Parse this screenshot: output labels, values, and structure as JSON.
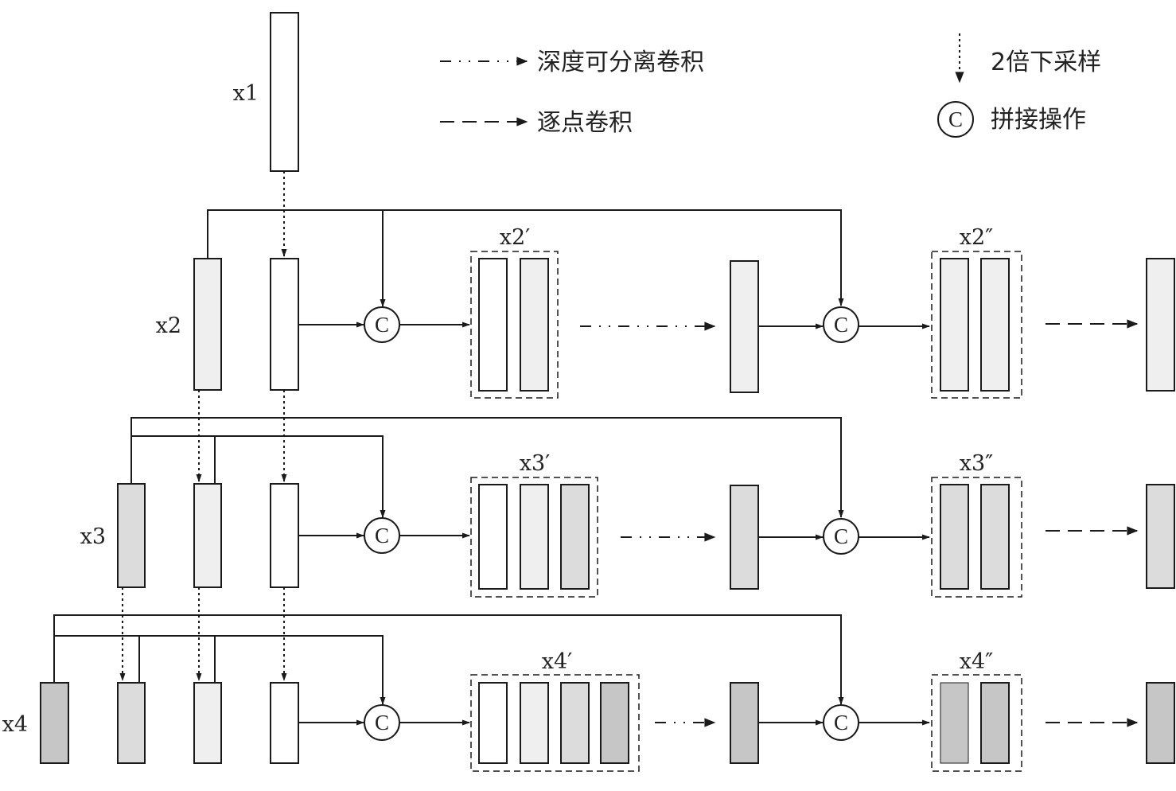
{
  "legend": {
    "depthwise": "深度可分离卷积",
    "pointwise": "逐点卷积",
    "downsample": "2倍下采样",
    "concat_symbol": "C",
    "concat": "拼接操作"
  },
  "rows": [
    {
      "id": "x1",
      "label": "x1"
    },
    {
      "id": "x2",
      "label": "x2",
      "group1": "x2′",
      "group2": "x2″"
    },
    {
      "id": "x3",
      "label": "x3",
      "group1": "x3′",
      "group2": "x3″"
    },
    {
      "id": "x4",
      "label": "x4",
      "group1": "x4′",
      "group2": "x4″"
    }
  ],
  "concat_symbol": "C",
  "colors": {
    "stroke": "#1a1a1a",
    "fill_white": "#ffffff",
    "fill_light": "#efefef",
    "fill_mid": "#dcdcdc",
    "fill_dark": "#c6c6c6"
  }
}
